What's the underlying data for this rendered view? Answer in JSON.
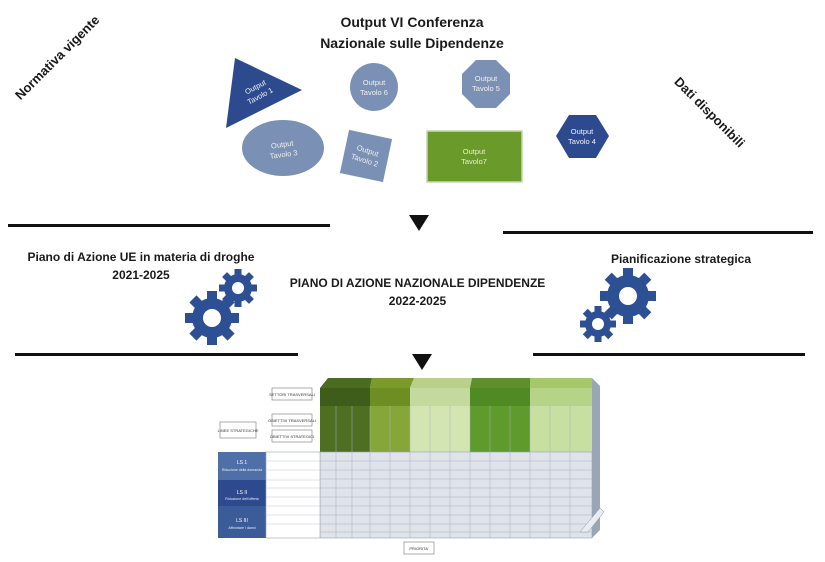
{
  "header": {
    "title_line1": "Output VI Conferenza",
    "title_line2": "Nazionale sulle Dipendenze"
  },
  "sides": {
    "left": "Normativa vigente",
    "right": "Dati disponibili"
  },
  "shapes": [
    {
      "id": "tavolo1",
      "label_line1": "Output",
      "label_line2": "Tavolo 1",
      "color": "#2e4a8e"
    },
    {
      "id": "tavolo6",
      "label_line1": "Output",
      "label_line2": "Tavolo 6",
      "color": "#7a90b4"
    },
    {
      "id": "tavolo5",
      "label_line1": "Output",
      "label_line2": "Tavolo 5",
      "color": "#7a90b4"
    },
    {
      "id": "tavolo3",
      "label_line1": "Output",
      "label_line2": "Tavolo 3",
      "color": "#7a90b4"
    },
    {
      "id": "tavolo2",
      "label_line1": "Output",
      "label_line2": "Tavolo 2",
      "color": "#7a90b4"
    },
    {
      "id": "tavolo7",
      "label_line1": "Output",
      "label_line2": "Tavolo7",
      "color": "#6a9a2a"
    },
    {
      "id": "tavolo4",
      "label_line1": "Output",
      "label_line2": "Tavolo 4",
      "color": "#2e4a8e"
    }
  ],
  "middle": {
    "left_line1": "Piano di Azione UE in materia di droghe",
    "left_line2": "2021-2025",
    "right": "Pianificazione strategica",
    "center_line1": "PIANO DI AZIONE NAZIONALE DIPENDENZE",
    "center_line2": "2022-2025"
  },
  "matrix": {
    "callout_settori": "SETTORI TRASVERSALI",
    "callout_obiettivi": "OBIETTIVI TRASVERSALI",
    "callout_obiettivi_strategici": "OBIETTIVI STRATEGICI",
    "callout_linee": "LINEE STRATEGICHE",
    "callout_priorita": "PRIORITA'",
    "rows": [
      {
        "code": "LS 1",
        "label": "Riduzione della domanda"
      },
      {
        "code": "LS II",
        "label": "Riduzione dell'offerta"
      },
      {
        "code": "LS III",
        "label": "Affrontare i danni"
      }
    ]
  },
  "colors": {
    "dark_blue": "#2e4a8e",
    "light_blue": "#7a90b4",
    "green": "#6a9a2a",
    "gear_blue": "#2d4f93"
  }
}
